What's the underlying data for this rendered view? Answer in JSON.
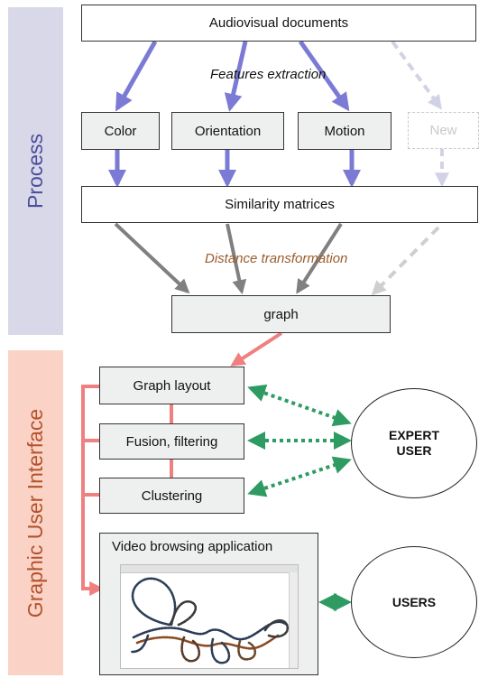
{
  "sections": {
    "process": "Process",
    "gui": "Graphic User Interface"
  },
  "process": {
    "source": "Audiovisual documents",
    "features_caption": "Features  extraction",
    "features": [
      "Color",
      "Orientation",
      "Motion"
    ],
    "new_feature": "New",
    "similarity": "Similarity matrices",
    "distance_caption": "Distance transformation",
    "graph": "graph"
  },
  "gui": {
    "modules": [
      "Graph layout",
      "Fusion, filtering",
      "Clustering"
    ],
    "app_title": "Video browsing application",
    "expert_user_lines": [
      "EXPERT",
      "USER"
    ],
    "users": "USERS"
  },
  "colors": {
    "process_band": "#d8d8e8",
    "process_text": "#4b4d9c",
    "gui_band": "#fbd3c6",
    "gui_text": "#b3522c",
    "feature_arrow": "#7b7bd6",
    "new_arrow": "#d2d2e6",
    "distance_arrow": "#808080",
    "distance_new_arrow": "#cfcfcf",
    "gui_connector": "#f08080",
    "interaction_arrow": "#2e9c62",
    "distance_caption": "#9a5c2c"
  }
}
